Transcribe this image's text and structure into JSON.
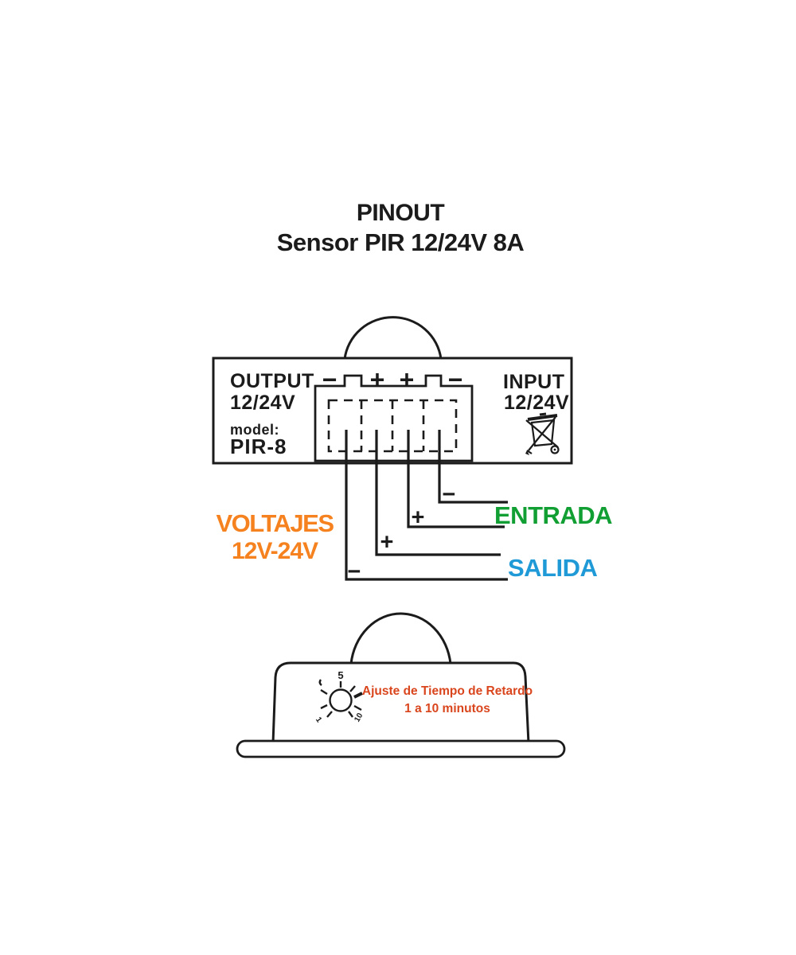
{
  "title": {
    "line1": "PINOUT",
    "line2": "Sensor PIR 12/24V 8A"
  },
  "top_device": {
    "output_label": "OUTPUT",
    "output_voltage": "12/24V",
    "model_label": "model:",
    "model_value": "PIR-8",
    "input_label": "INPUT",
    "input_voltage": "12/24V",
    "terminal_signs": [
      "−",
      "+",
      "+",
      "−"
    ],
    "weee_icon": "weee-crossed-bin-icon"
  },
  "connections": {
    "corner_signs": [
      "−",
      "+",
      "+",
      "−"
    ],
    "voltajes": {
      "line1": "VOLTAJES",
      "line2": "12V-24V",
      "color": "#f5821f"
    },
    "entrada": {
      "label": "ENTRADA",
      "color": "#119f33"
    },
    "salida": {
      "label": "SALIDA",
      "color": "#1f9ad7"
    }
  },
  "bottom_device": {
    "dial": {
      "icon": "timer-dial-icon",
      "top_label": "5",
      "lower_left_label": "1",
      "lower_right_label": "10"
    },
    "note_line1": "Ajuste de Tiempo de Retardo",
    "note_line2": "1 a 10 minutos",
    "note_color": "#d9451c"
  }
}
